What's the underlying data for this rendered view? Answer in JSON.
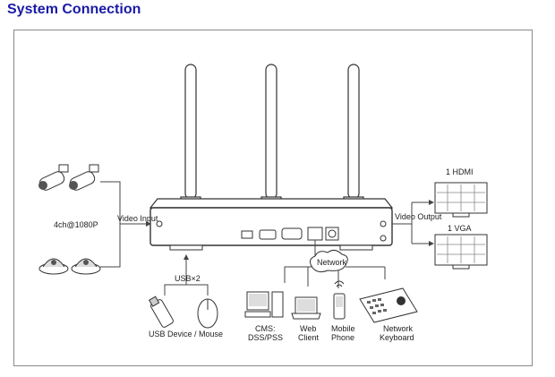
{
  "title": "System Connection",
  "labels": {
    "video_input": "Video Input",
    "video_output": "Video Output",
    "resolution": "4ch@1080P",
    "hdmi": "1 HDMI",
    "vga": "1 VGA",
    "usb": "USB×2",
    "usb_device": "USB Device / Mouse",
    "network": "Network",
    "cms_line1": "CMS:",
    "cms_line2": "DSS/PSS",
    "web_line1": "Web",
    "web_line2": "Client",
    "mobile_line1": "Mobile",
    "mobile_line2": "Phone",
    "keyboard_line1": "Network",
    "keyboard_line2": "Keyboard"
  },
  "colors": {
    "title": "#1a1aa8",
    "line": "#444444",
    "frame": "#8a8a8a"
  }
}
